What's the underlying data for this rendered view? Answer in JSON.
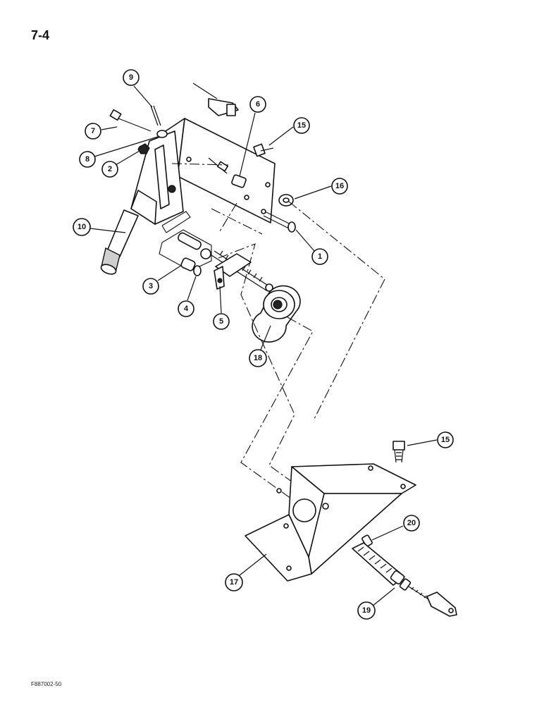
{
  "page_number": "7-4",
  "figure_code": "F887002-50",
  "callouts": [
    {
      "label": "1",
      "part": "bolt"
    },
    {
      "label": "2",
      "part": "nut"
    },
    {
      "label": "3",
      "part": "spacer"
    },
    {
      "label": "4",
      "part": "washer"
    },
    {
      "label": "5",
      "part": "bracket"
    },
    {
      "label": "6",
      "part": "bushing"
    },
    {
      "label": "7",
      "part": "bolt"
    },
    {
      "label": "8",
      "part": "washer"
    },
    {
      "label": "9",
      "part": "cotter-pin"
    },
    {
      "label": "10",
      "part": "throttle-lever"
    },
    {
      "label": "15",
      "part": "bolt"
    },
    {
      "label": "16",
      "part": "washer"
    },
    {
      "label": "18",
      "part": "friction-disc"
    },
    {
      "label": "15",
      "part": "bolt"
    },
    {
      "label": "20",
      "part": "clip"
    },
    {
      "label": "17",
      "part": "mounting-bracket"
    },
    {
      "label": "19",
      "part": "throttle-cable"
    }
  ]
}
